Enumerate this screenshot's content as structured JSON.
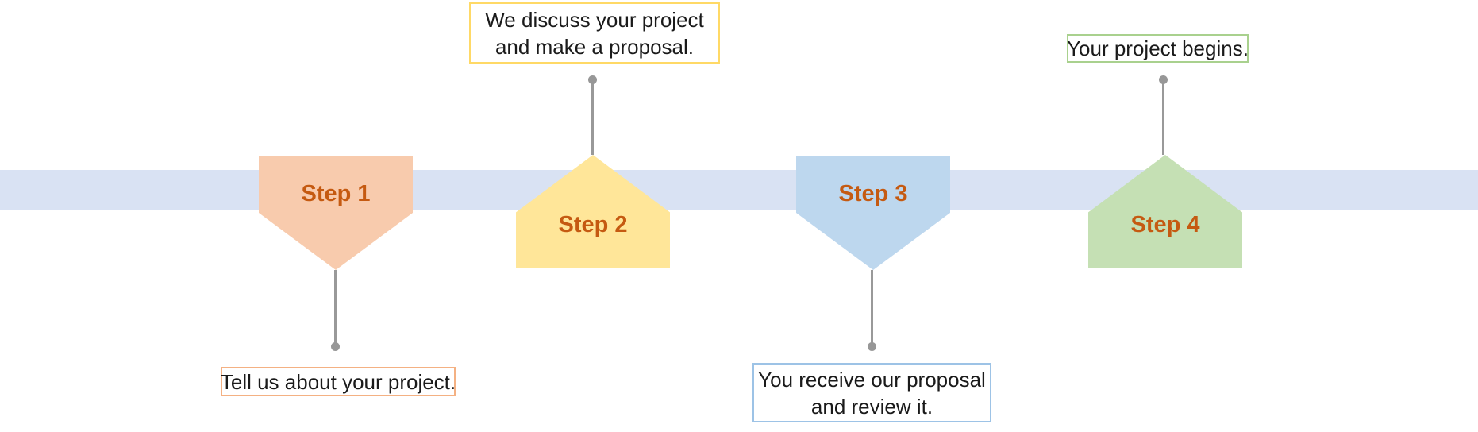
{
  "diagram": {
    "type": "process-timeline",
    "band_color": "#D9E2F3",
    "connector_color": "#999999",
    "step_label_color": "#C55A11",
    "text_color": "#1a1a1a"
  },
  "steps": [
    {
      "label": "Step 1",
      "direction": "down",
      "fill": "#F8CBAD",
      "callout": {
        "position": "below",
        "border_color": "#F4B183",
        "lines": [
          "Tell us about your project."
        ]
      }
    },
    {
      "label": "Step 2",
      "direction": "up",
      "fill": "#FFE699",
      "callout": {
        "position": "above",
        "border_color": "#FFD966",
        "lines": [
          "We discuss your project",
          "and make a proposal."
        ]
      }
    },
    {
      "label": "Step 3",
      "direction": "down",
      "fill": "#BDD7EE",
      "callout": {
        "position": "below",
        "border_color": "#9DC3E6",
        "lines": [
          "You receive our proposal",
          "and review it."
        ]
      }
    },
    {
      "label": "Step 4",
      "direction": "up",
      "fill": "#C5E0B4",
      "callout": {
        "position": "above",
        "border_color": "#A9D18E",
        "lines": [
          "Your project begins."
        ]
      }
    }
  ]
}
